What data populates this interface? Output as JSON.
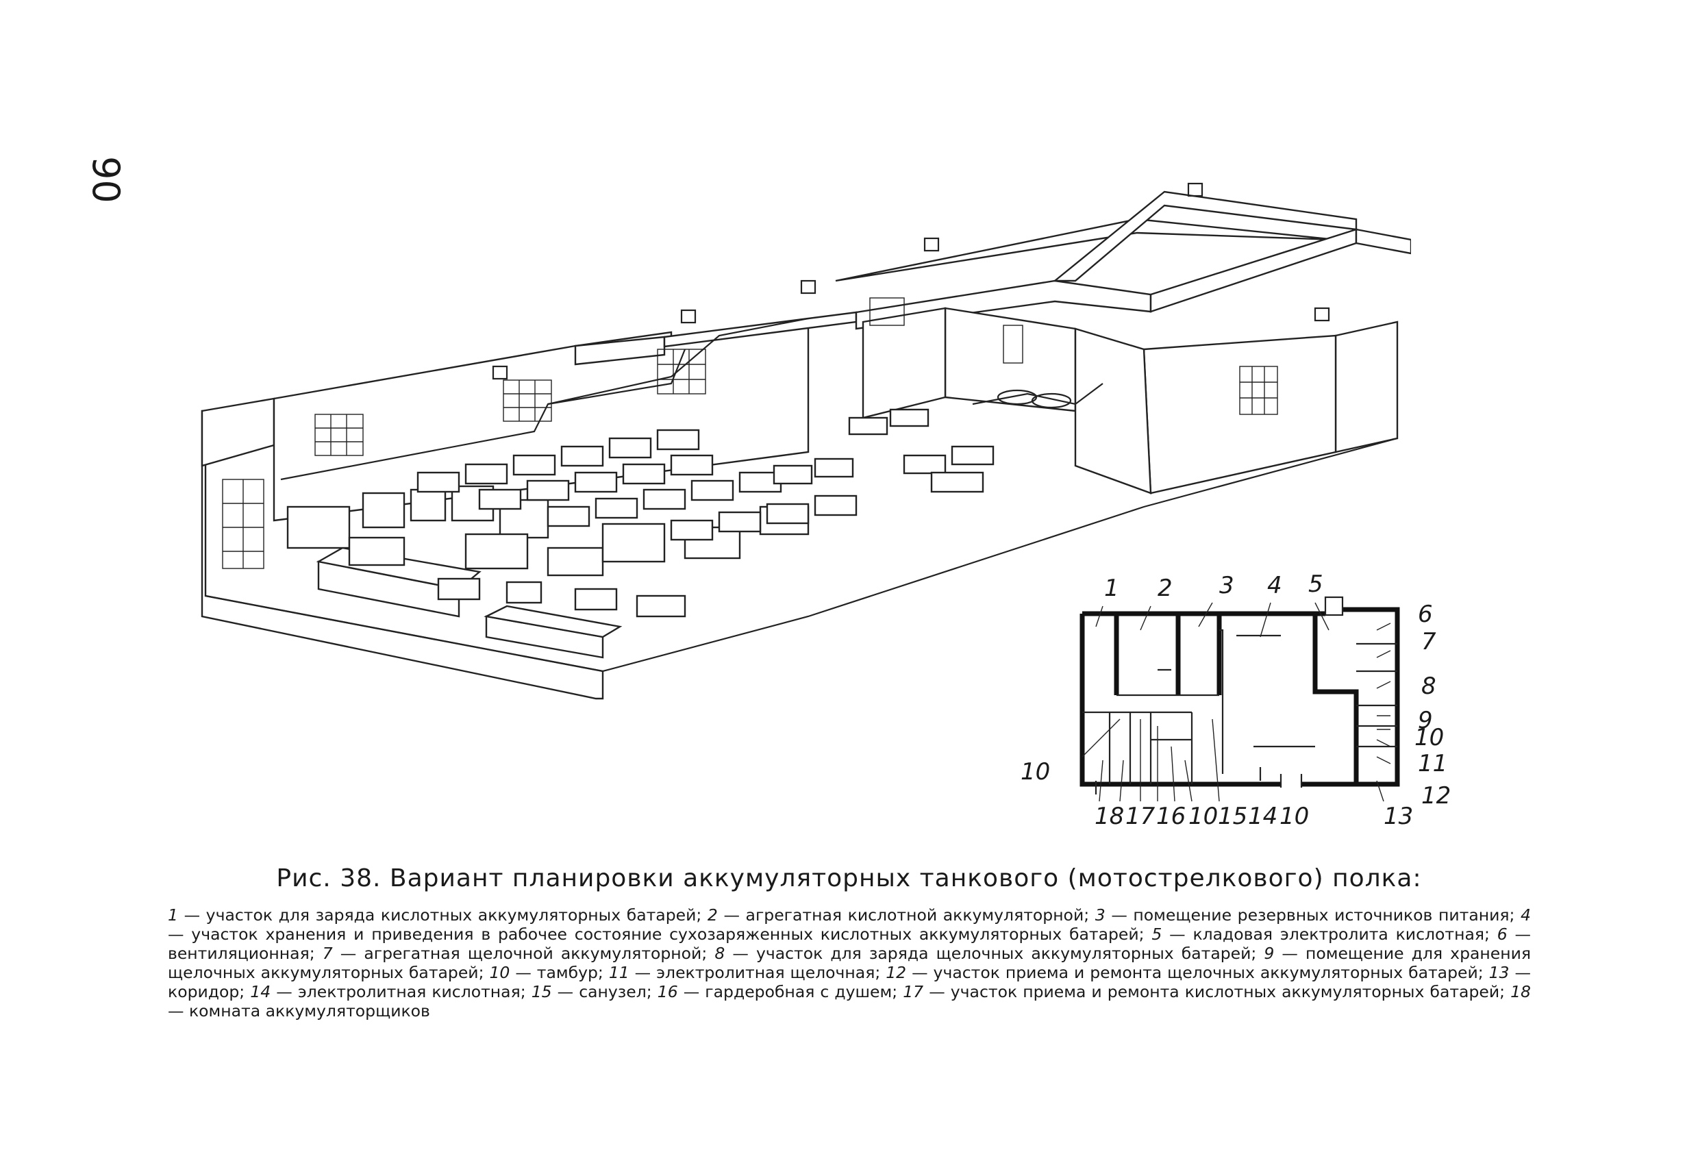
{
  "page_number": "90",
  "figure": {
    "title": "Рис. 38. Вариант планировки аккумуляторных танкового (мотострелкового) полка:",
    "legend": [
      {
        "n": "1",
        "text": "участок для заряда кислотных аккумуляторных батарей;"
      },
      {
        "n": "2",
        "text": "агрегатная кислотной аккумуляторной;"
      },
      {
        "n": "3",
        "text": "помещение резервных источников питания;"
      },
      {
        "n": "4",
        "text": "участок хранения и приведения в рабочее состояние сухозаряженных кислотных аккумуляторных батарей;"
      },
      {
        "n": "5",
        "text": "кладовая электролита кислотная;"
      },
      {
        "n": "6",
        "text": "вентиляционная;"
      },
      {
        "n": "7",
        "text": "агрегатная щелочной аккумуляторной;"
      },
      {
        "n": "8",
        "text": "участок для заряда щелочных аккумуляторных батарей;"
      },
      {
        "n": "9",
        "text": "помещение для хранения щелочных аккумуляторных батарей;"
      },
      {
        "n": "10",
        "text": "тамбур;"
      },
      {
        "n": "11",
        "text": "электролитная щелочная;"
      },
      {
        "n": "12",
        "text": "участок приема и ремонта щелочных аккумуляторных батарей;"
      },
      {
        "n": "13",
        "text": "коридор;"
      },
      {
        "n": "14",
        "text": "электролитная кислотная;"
      },
      {
        "n": "15",
        "text": "санузел;"
      },
      {
        "n": "16",
        "text": "гардеробная с душем;"
      },
      {
        "n": "17",
        "text": "участок приема и ремонта кислотных аккумуляторных батарей;"
      },
      {
        "n": "18",
        "text": "комната аккумуляторщиков"
      }
    ]
  },
  "plan_labels": {
    "top": [
      "1",
      "2",
      "3",
      "4",
      "5"
    ],
    "right": [
      "6",
      "7",
      "8",
      "9",
      "10",
      "11",
      "12"
    ],
    "left": "10",
    "bottom": [
      "18",
      "17",
      "16",
      "10",
      "15",
      "14",
      "10",
      "13"
    ]
  }
}
